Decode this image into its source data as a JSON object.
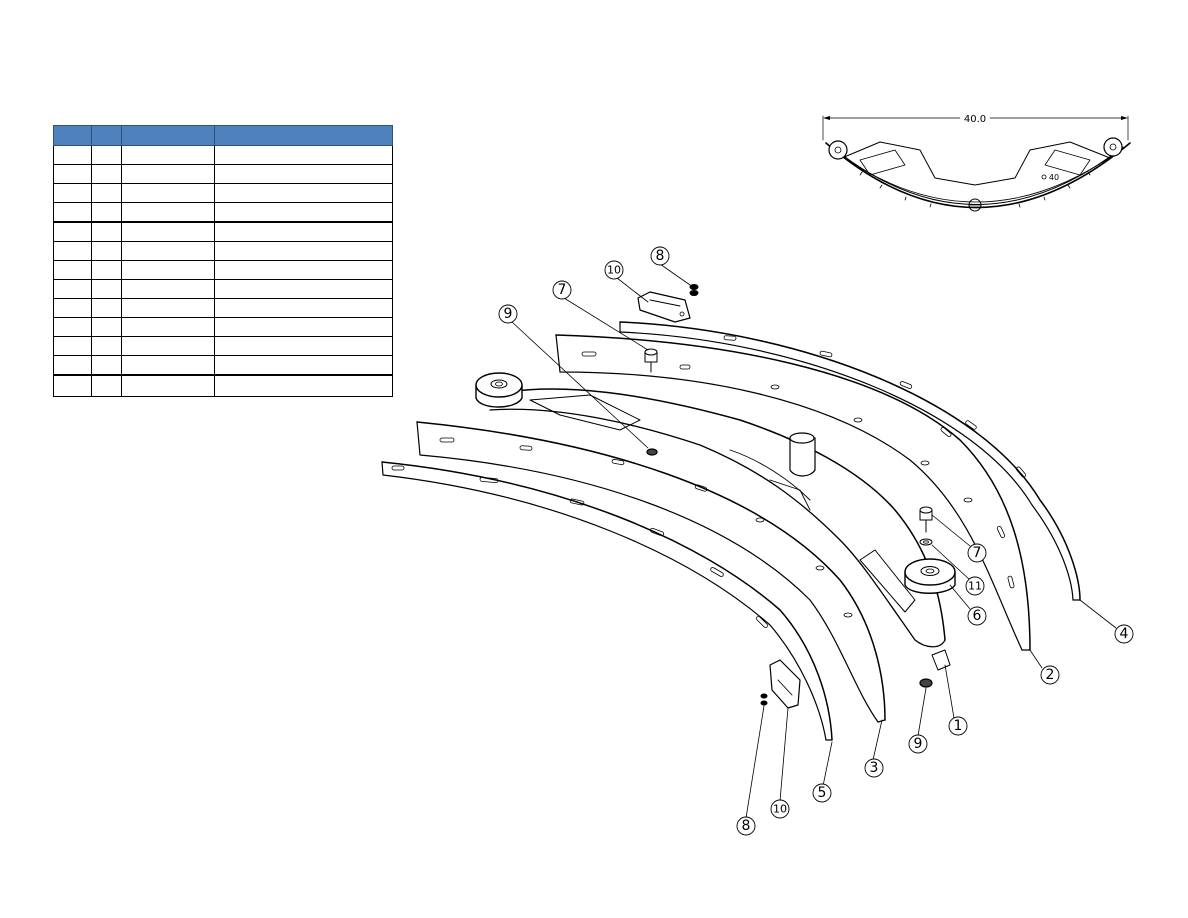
{
  "parts_table": {
    "headers": [
      "",
      "",
      "",
      ""
    ],
    "rows": [
      [
        "",
        "",
        "",
        ""
      ],
      [
        "",
        "",
        "",
        ""
      ],
      [
        "",
        "",
        "",
        ""
      ],
      [
        "",
        "",
        "",
        ""
      ],
      [
        "",
        "",
        "",
        ""
      ],
      [
        "",
        "",
        "",
        ""
      ],
      [
        "",
        "",
        "",
        ""
      ],
      [
        "",
        "",
        "",
        ""
      ],
      [
        "",
        "",
        "",
        ""
      ],
      [
        "",
        "",
        "",
        ""
      ],
      [
        "",
        "",
        "",
        ""
      ],
      [
        "",
        "",
        "",
        ""
      ],
      [
        "",
        "",
        "",
        ""
      ]
    ],
    "header_color": "#4f81bd"
  },
  "inset_view": {
    "dimension_label": "40.0",
    "small_label": "40"
  },
  "callouts": {
    "c1": "1",
    "c2": "2",
    "c3": "3",
    "c4": "4",
    "c5": "5",
    "c6": "6",
    "c7a": "7",
    "c7b": "7",
    "c8a": "8",
    "c8b": "8",
    "c9a": "9",
    "c9b": "9",
    "c10a": "10",
    "c10b": "10",
    "c11": "11"
  }
}
